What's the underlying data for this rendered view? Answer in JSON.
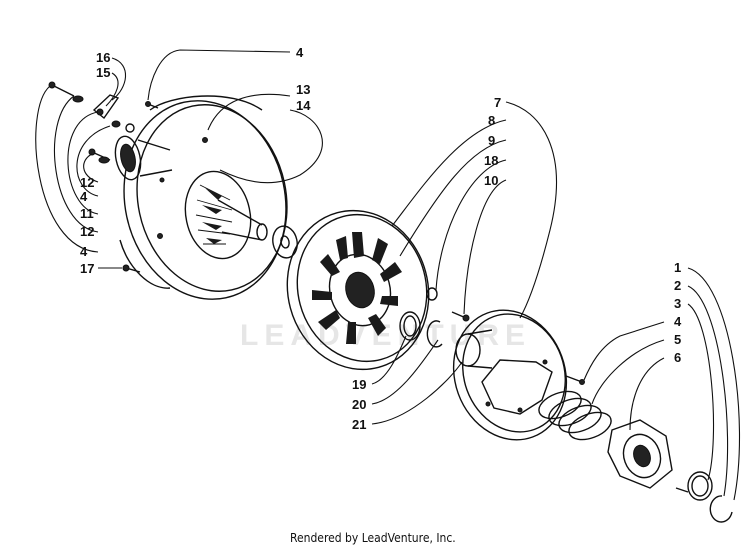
{
  "diagram": {
    "callouts": [
      {
        "id": "c16",
        "text": "16"
      },
      {
        "id": "c15",
        "text": "15"
      },
      {
        "id": "c4a",
        "text": "4"
      },
      {
        "id": "c13",
        "text": "13"
      },
      {
        "id": "c14",
        "text": "14"
      },
      {
        "id": "c12a",
        "text": "12"
      },
      {
        "id": "c4b",
        "text": "4"
      },
      {
        "id": "c11",
        "text": "11"
      },
      {
        "id": "c12b",
        "text": "12"
      },
      {
        "id": "c4c",
        "text": "4"
      },
      {
        "id": "c17",
        "text": "17"
      },
      {
        "id": "c7",
        "text": "7"
      },
      {
        "id": "c8",
        "text": "8"
      },
      {
        "id": "c9",
        "text": "9"
      },
      {
        "id": "c18",
        "text": "18"
      },
      {
        "id": "c10",
        "text": "10"
      },
      {
        "id": "c1",
        "text": "1"
      },
      {
        "id": "c2",
        "text": "2"
      },
      {
        "id": "c3",
        "text": "3"
      },
      {
        "id": "c4d",
        "text": "4"
      },
      {
        "id": "c5",
        "text": "5"
      },
      {
        "id": "c6",
        "text": "6"
      },
      {
        "id": "c19",
        "text": "19"
      },
      {
        "id": "c20",
        "text": "20"
      },
      {
        "id": "c21",
        "text": "21"
      }
    ],
    "watermark": "LEADVENTURE",
    "footer": "Rendered by LeadVenture, Inc."
  }
}
